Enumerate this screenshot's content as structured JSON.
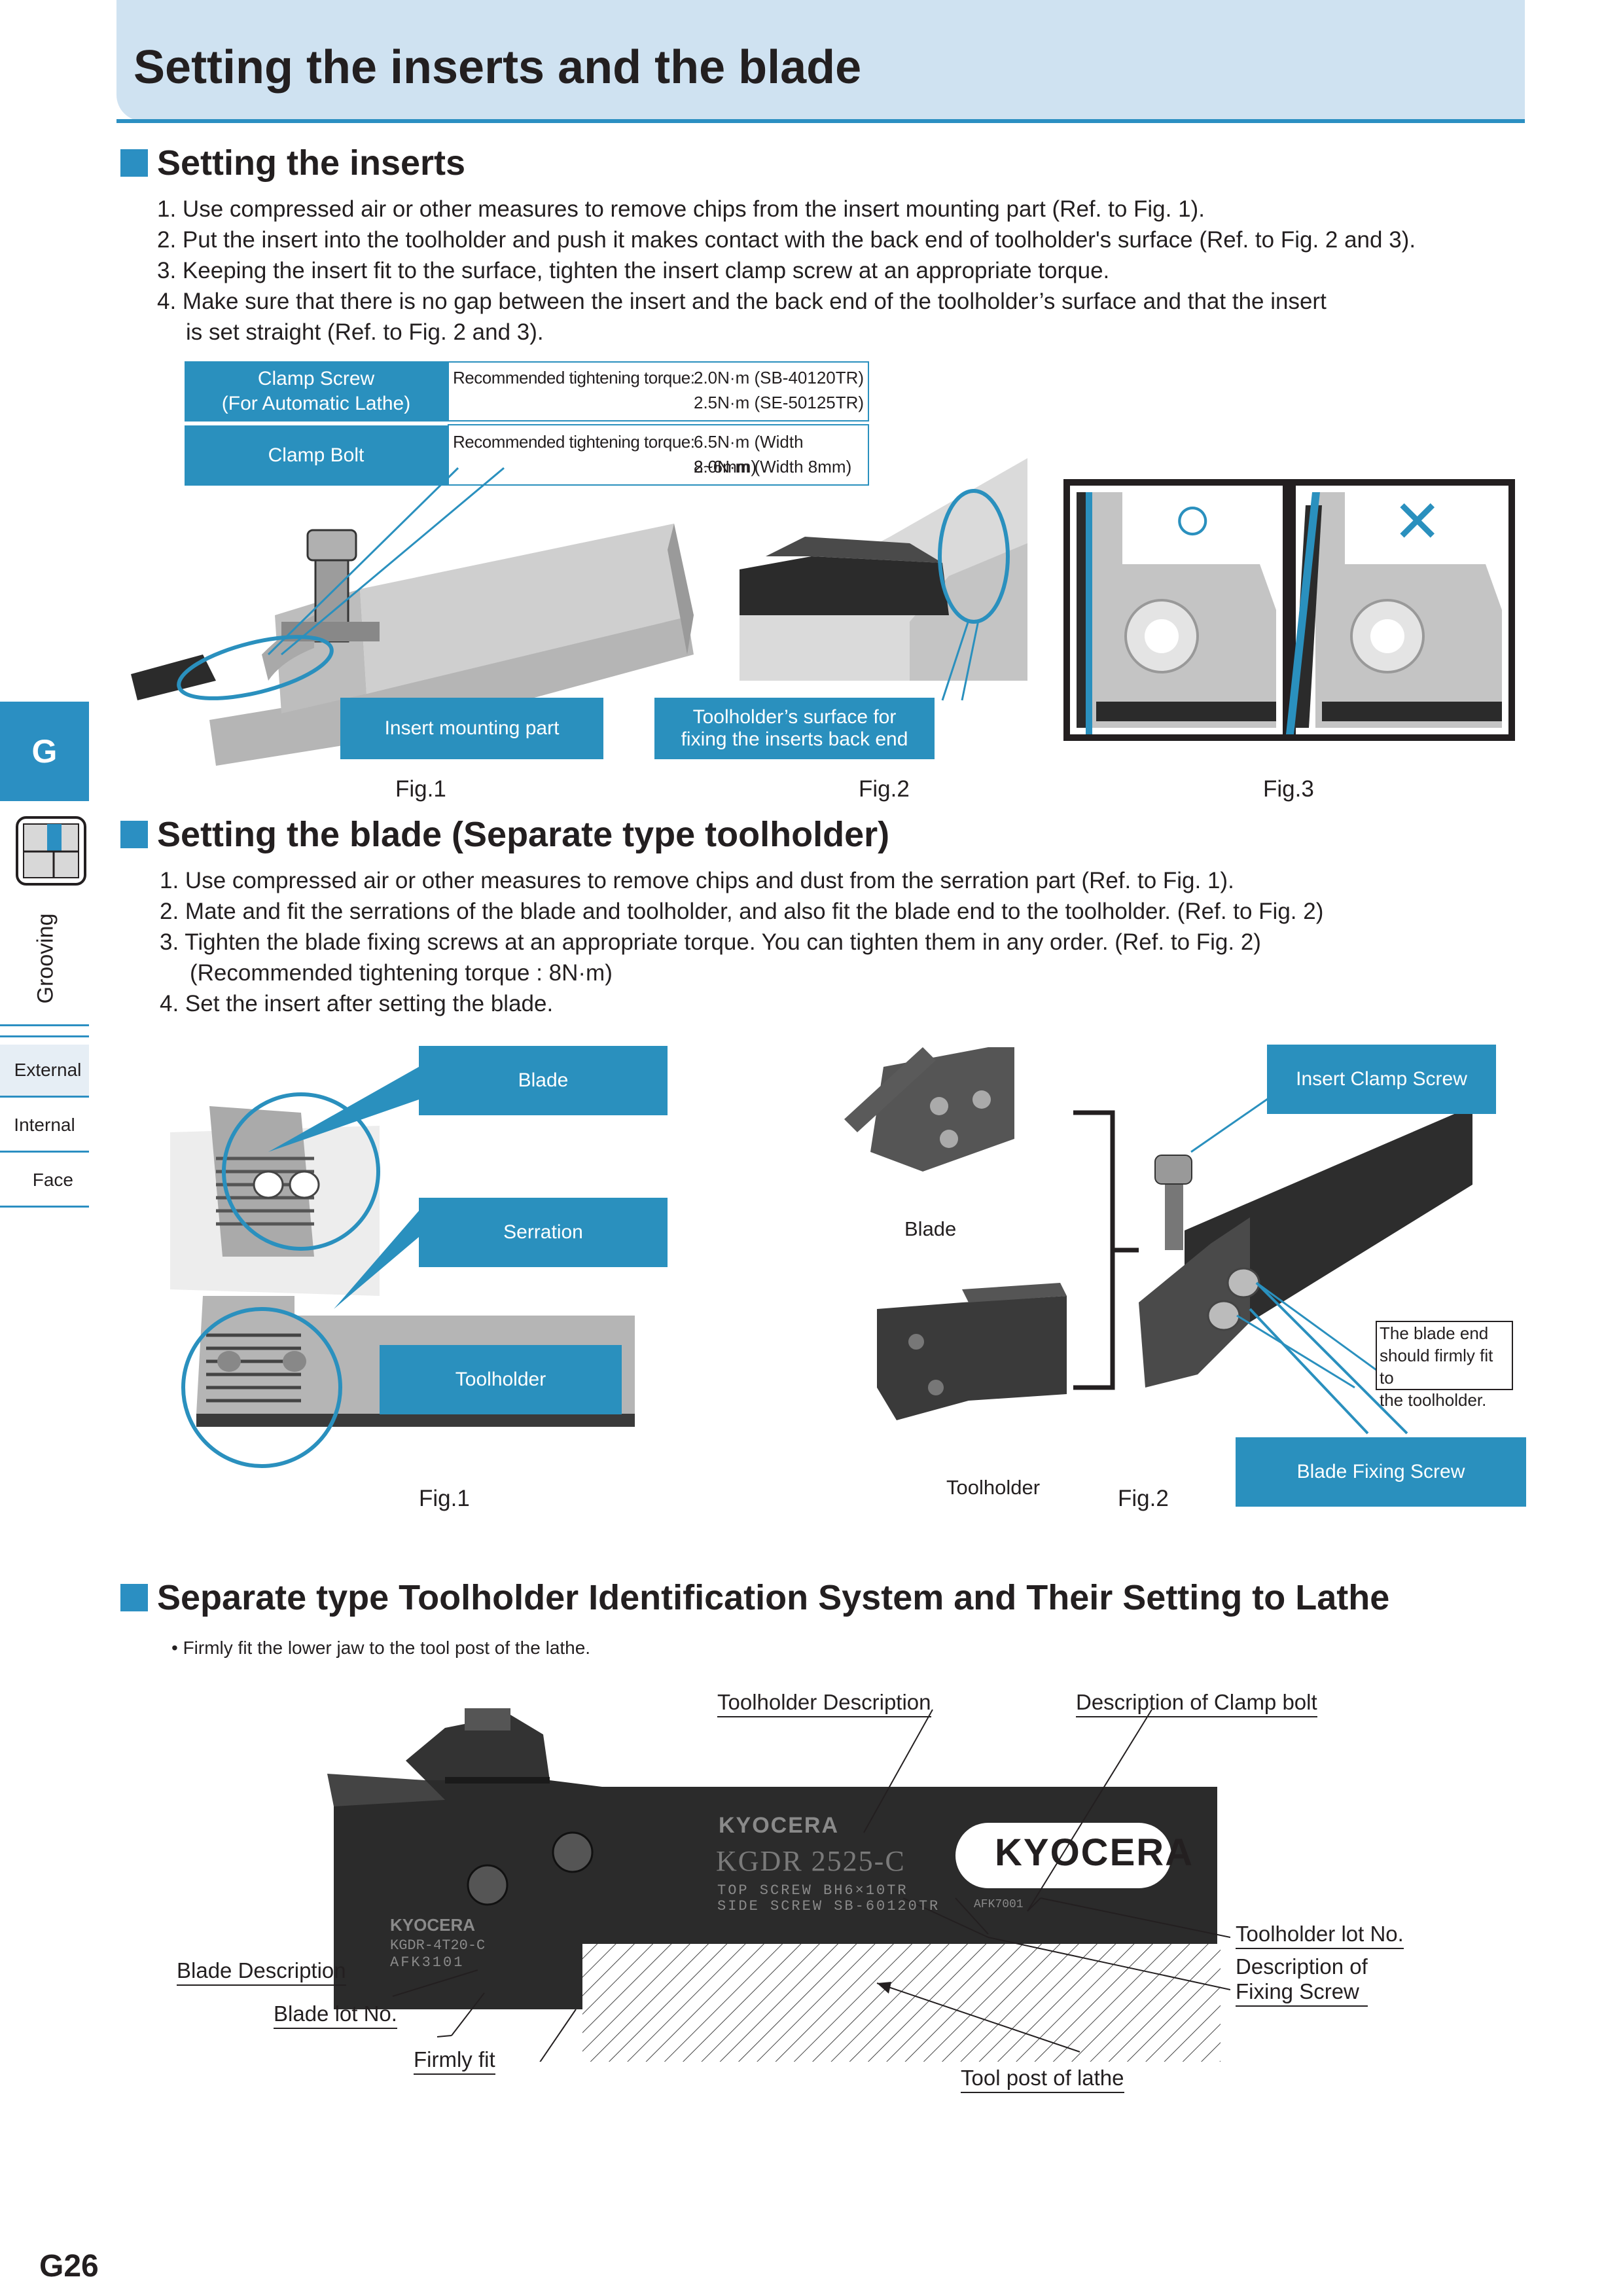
{
  "header": {
    "title": "Setting the inserts and the blade"
  },
  "sections": {
    "inserts": {
      "heading": "Setting the inserts",
      "steps": [
        "1. Use compressed air or other measures to remove chips from the insert mounting part (Ref. to Fig. 1).",
        "2. Put the insert into the toolholder and push it makes contact with the back end of toolholder's surface (Ref. to Fig. 2 and 3).",
        "3. Keeping the insert fit to the surface, tighten the insert clamp screw at an appropriate torque.",
        "4. Make sure that there is no gap between the insert and the back end of the toolholder’s surface and that the insert",
        "is set straight (Ref. to Fig. 2 and 3)."
      ],
      "torque_table": {
        "row1_label_line1": "Clamp Screw",
        "row1_label_line2": "(For Automatic Lathe)",
        "row1_prefix": "Recommended tightening torque:",
        "row1_val1": "2.0N·m (SB-40120TR)",
        "row1_val2": "2.5N·m (SE-50125TR)",
        "row2_label": "Clamp Bolt",
        "row2_prefix": "Recommended tightening torque:",
        "row2_val1": "6.5N·m (Width 2~6mm)",
        "row2_val2": "8.0N·m (Width 8mm)"
      },
      "labels": {
        "insert_mounting_part": "Insert mounting part",
        "surface_line1": "Toolholder’s surface for",
        "surface_line2": "fixing the inserts back end",
        "ok_mark": "○",
        "ng_mark": "✕"
      },
      "figs": [
        "Fig.1",
        "Fig.2",
        "Fig.3"
      ]
    },
    "blade": {
      "heading": "Setting the blade (Separate type toolholder)",
      "steps": [
        "1. Use compressed air or other measures to remove chips and dust from the serration part (Ref. to Fig. 1).",
        "2. Mate and fit the serrations of the blade and toolholder, and also fit the blade end to the toolholder. (Ref. to Fig. 2)",
        "3. Tighten the blade fixing screws at an appropriate torque. You can tighten them in any order. (Ref. to Fig. 2)",
        "(Recommended tightening torque : 8N·m)",
        "4. Set the insert after setting the blade."
      ],
      "labels": {
        "blade": "Blade",
        "serration": "Serration",
        "toolholder": "Toolholder",
        "blade_plain": "Blade",
        "toolholder_plain": "Toolholder",
        "insert_clamp_screw": "Insert Clamp Screw",
        "blade_end_line1": "The blade end",
        "blade_end_line2": "should firmly fit to",
        "blade_end_line3": "the toolholder.",
        "blade_fixing_screw": "Blade Fixing Screw"
      },
      "figs": [
        "Fig.1",
        "Fig.2"
      ]
    },
    "ident": {
      "heading": "Separate type Toolholder Identification System and Their Setting to Lathe",
      "bullet": "• Firmly fit the lower jaw to the tool post of the lathe.",
      "labels": {
        "toolholder_description": "Toolholder Description",
        "clamp_bolt_description": "Description of Clamp bolt",
        "toolholder_lot": "Toolholder lot No.",
        "fixing_screw_line1": "Description of",
        "fixing_screw_line2": "Fixing Screw",
        "blade_description": "Blade Description",
        "blade_lot": "Blade lot No.",
        "firmly_fit": "Firmly fit",
        "tool_post": "Tool post of lathe"
      },
      "product": {
        "brand": "KYOCERA",
        "model": "KGDR 2525-C",
        "screw_line1": "TOP SCREW BH6×10TR",
        "screw_line2": "SIDE SCREW SB-60120TR",
        "lot": "AFK7001",
        "blade_model": "KGDR-4T20-C",
        "blade_lot": "AFK3101"
      }
    }
  },
  "sidebar": {
    "tab_letter": "G",
    "category": "Grooving",
    "items": [
      "External",
      "Internal",
      "Face"
    ]
  },
  "footer": {
    "page": "G26"
  },
  "colors": {
    "accent": "#2b8fc2",
    "header_bg": "#cfe2f1",
    "label_bg": "#2a90be",
    "dark_metal": "#2b2b2b"
  }
}
